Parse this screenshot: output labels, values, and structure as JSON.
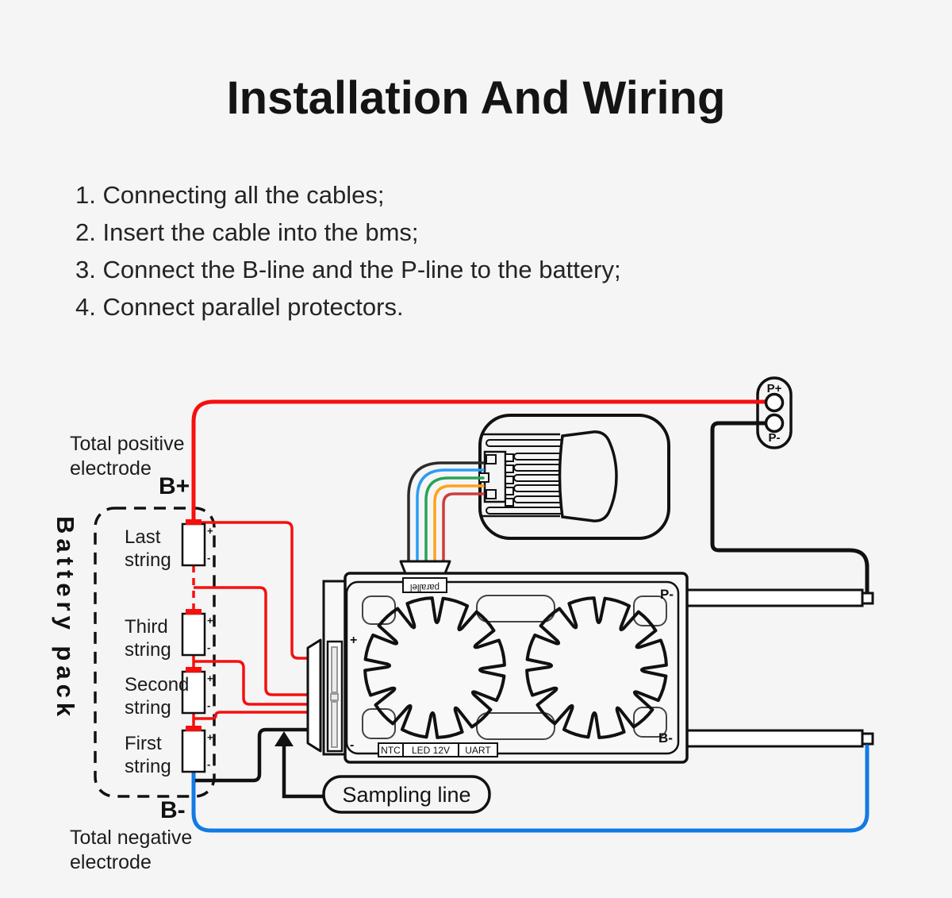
{
  "title": "Installation And Wiring",
  "steps": [
    "1. Connecting all the cables;",
    "2. Insert the cable into the bms;",
    "3. Connect the B-line and the P-line to the battery;",
    "4. Connect parallel protectors."
  ],
  "diagram": {
    "battery": {
      "pack_label": "Battery pack",
      "b_plus": "B+",
      "b_minus": "B-",
      "total_positive": "Total positive electrode",
      "total_negative": "Total negative electrode",
      "strings": [
        "Last string",
        "Third string",
        "Second string",
        "First string"
      ],
      "cell_plus": "+",
      "cell_minus": "-"
    },
    "bms": {
      "parallel_port": "parallel",
      "plus": "+",
      "minus": "-",
      "pad_p_minus": "P-",
      "pad_b_minus": "B-",
      "ports": [
        "NTC",
        "LED 12V",
        "UART"
      ]
    },
    "connector": {
      "p_plus": "P+",
      "p_minus": "P-"
    },
    "callout": {
      "sampling_line": "Sampling line"
    },
    "colors": {
      "wire_red": "#f5100f",
      "wire_blue": "#147ae3",
      "wire_black": "#111111",
      "ribbon": [
        "#2b2b2b",
        "#2b9cf2",
        "#27a356",
        "#ffa21f",
        "#cc3d3c"
      ]
    }
  }
}
